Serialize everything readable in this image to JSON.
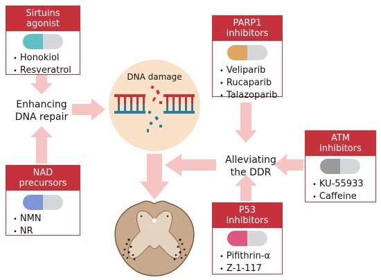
{
  "center": {
    "title": "DNA damage"
  },
  "labels": {
    "enhancing": "Enhancing\nDNA repair",
    "alleviating": "Alleviating\nthe DDR"
  },
  "boxes": {
    "sirtuins": {
      "title": "Sirtuins\nagonist",
      "items": [
        "Honokiol",
        "Resveratrol"
      ],
      "pill_left": "#5ec2c4",
      "pill_right": "#d5d8da"
    },
    "parp1": {
      "title": "PARP1\ninhibitors",
      "items": [
        "Veliparib",
        "Rucaparib",
        "Talazoparib"
      ],
      "pill_left": "#e0a560",
      "pill_right": "#d5d8da"
    },
    "atm": {
      "title": "ATM\ninhibitors",
      "items": [
        "KU-55933",
        "Caffeine"
      ],
      "pill_left": "#9a9a9a",
      "pill_right": "#d5d8da"
    },
    "nad": {
      "title": "NAD\nprecursors",
      "items": [
        "NMN",
        "NR"
      ],
      "pill_left": "#7d96d6",
      "pill_right": "#d5d8da"
    },
    "p53": {
      "title": "P53\ninhibitors",
      "items": [
        "Pifithrin-α",
        "Z-1-117"
      ],
      "pill_left": "#e0567e",
      "pill_right": "#d5d8da"
    }
  },
  "colors": {
    "box_border": "#c5323b",
    "arrow": "#f5c6c6",
    "circle": "#f9e2c8",
    "dna_red": "#c5323b",
    "dna_blue": "#2b7c9a",
    "spinal_cord": "#c8a98c"
  }
}
